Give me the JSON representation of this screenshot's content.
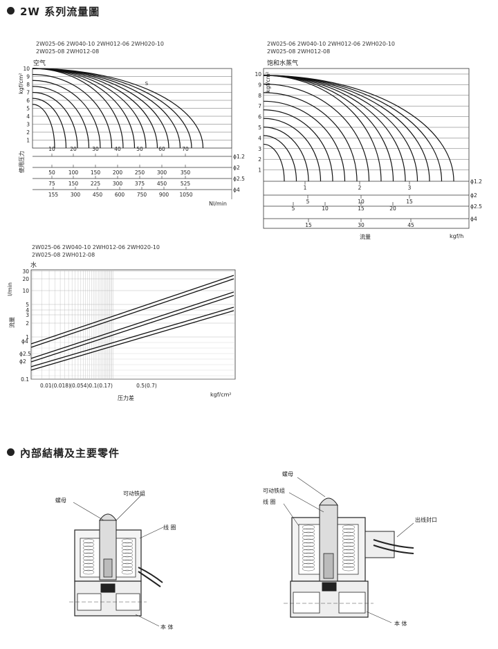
{
  "section1": {
    "title": "2W 系列流量圖"
  },
  "section2": {
    "title": "內部結構及主要零件"
  },
  "chart_air": {
    "models_line1": "2W025-06  2W040-10  2WH012-06  2WH020-10",
    "models_line2": "2W025-08  2WH012-08",
    "medium": "空气",
    "ylabel": "kgf/cm²",
    "pressure_label": "使用压力",
    "unit": "Nl/min",
    "marker": "S",
    "yticks": [
      "10",
      "9",
      "8",
      "7",
      "6",
      "5",
      "4",
      "3",
      "2",
      "1"
    ],
    "rows": [
      {
        "label": "ϕ1.2",
        "ticks": [
          "10",
          "20",
          "30",
          "40",
          "50",
          "60",
          "70"
        ]
      },
      {
        "label": "ϕ2",
        "ticks": [
          "50",
          "100",
          "150",
          "200",
          "250",
          "300",
          "350"
        ]
      },
      {
        "label": "ϕ2.5",
        "ticks": [
          "75",
          "150",
          "225",
          "300",
          "375",
          "450",
          "525"
        ]
      },
      {
        "label": "ϕ4",
        "ticks": [
          "155",
          "300",
          "450",
          "600",
          "750",
          "900",
          "1050"
        ]
      }
    ]
  },
  "chart_steam": {
    "models_line1": "2W025-06  2W040-10  2WH012-06  2WH020-10",
    "models_line2": "2W025-08  2WH012-08",
    "medium": "饱和水蒸气",
    "ylabel": "kgf/cm²",
    "xlabel": "流量",
    "unit": "kgf/h",
    "yticks": [
      "10",
      "9",
      "8",
      "7",
      "6",
      "5",
      "4",
      "3",
      "2",
      "1"
    ],
    "rows": [
      {
        "label": "ϕ1.2",
        "ticks": [
          "1",
          "2",
          "3"
        ]
      },
      {
        "label": "ϕ2",
        "ticks": [
          "5",
          "10",
          "15"
        ]
      },
      {
        "label": "ϕ2.5",
        "ticks": [
          "5",
          "10",
          "15",
          "20"
        ]
      },
      {
        "label": "ϕ4",
        "ticks": [
          "15",
          "30",
          "45"
        ]
      }
    ]
  },
  "chart_water": {
    "models_line1": "2W025-06  2W040-10  2WH012-06  2WH020-10",
    "models_line2": "2W025-08  2WH012-08",
    "medium": "水",
    "yunit": "l/min",
    "ylabel": "流量",
    "xlabel": "压力差",
    "xunit": "kgf/cm²",
    "yticks": [
      "30",
      "20",
      "10",
      "5",
      "4",
      "3",
      "2",
      "1",
      "0.1"
    ],
    "xticks": [
      "0.01(0.018)",
      "(0.054)0.1(0.17)",
      "0.5(0.7)"
    ],
    "series_labels": [
      "ϕ4",
      "ϕ2.5",
      "ϕ2"
    ]
  },
  "chart_data": {
    "type": "line",
    "title": "水",
    "xlabel": "压力差",
    "ylabel": "流量",
    "xunit": "kgf/cm²",
    "yunit": "l/min",
    "x": [
      0.01,
      1.0
    ],
    "series": [
      {
        "name": "ϕ4",
        "values": [
          0.9,
          20
        ]
      },
      {
        "name": "ϕ2.5",
        "values": [
          0.55,
          11
        ]
      },
      {
        "name": "ϕ2",
        "values": [
          0.38,
          6
        ]
      }
    ],
    "ylim": [
      0.1,
      30
    ],
    "yscale": "log",
    "xscale": "log"
  },
  "diagram_small": {
    "labels": [
      "螺母",
      "可动铁组",
      "线 圈",
      "本 体"
    ]
  },
  "diagram_large": {
    "labels": [
      "螺母",
      "可动铁组",
      "线 圈",
      "出线封口",
      "本 体"
    ]
  }
}
